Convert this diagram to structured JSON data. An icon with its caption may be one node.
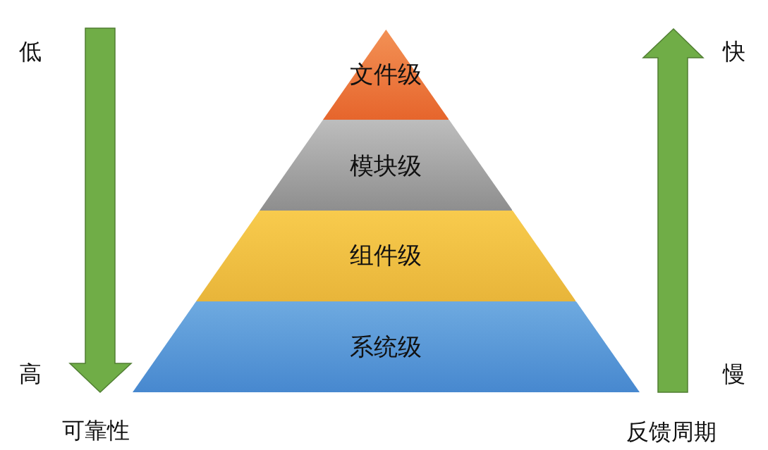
{
  "diagram": {
    "nodes": [
      {
        "text": [
          "文件级"
        ]
      },
      {
        "text": [
          "模块级"
        ]
      },
      {
        "text": [
          "组件级"
        ]
      },
      {
        "text": [
          "系统级"
        ]
      }
    ],
    "labels": [
      "低",
      "高",
      "可靠性",
      "快",
      "慢",
      "反馈周期"
    ]
  }
}
